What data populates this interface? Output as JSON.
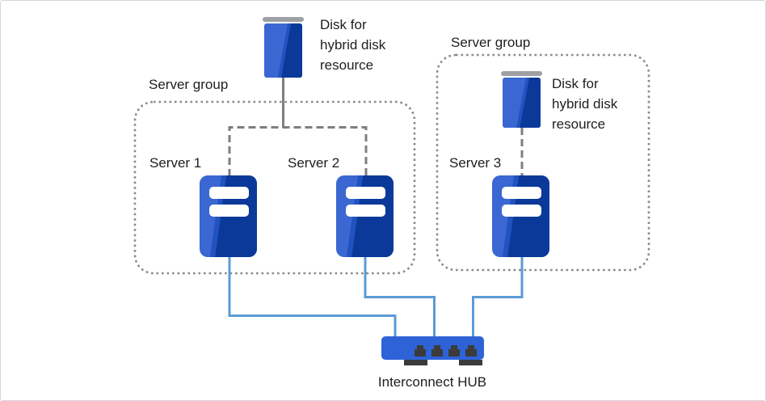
{
  "top_disk": {
    "label_lines": [
      "Disk for",
      "hybrid disk",
      "resource"
    ]
  },
  "groups": [
    {
      "label": "Server group",
      "servers": [
        {
          "label": "Server 1"
        },
        {
          "label": "Server 2"
        }
      ]
    },
    {
      "label": "Server group",
      "disk": {
        "label_lines": [
          "Disk for",
          "hybrid disk",
          "resource"
        ]
      },
      "servers": [
        {
          "label": "Server 3"
        }
      ]
    }
  ],
  "hub": {
    "label": "Interconnect HUB"
  },
  "colors": {
    "server_blue_light": "#3A67D1",
    "server_blue_mid": "#2153C0",
    "server_blue_dark": "#0A3999",
    "disk_cap_gray": "#9EA0A3",
    "hub_blue": "#2E63D8",
    "port_dark": "#3B3B3B",
    "connection_blue": "#5B9BD5",
    "connector_gray": "#7F7F7F",
    "group_border_gray": "#8A8A8A",
    "text": "#1E1E1E"
  }
}
